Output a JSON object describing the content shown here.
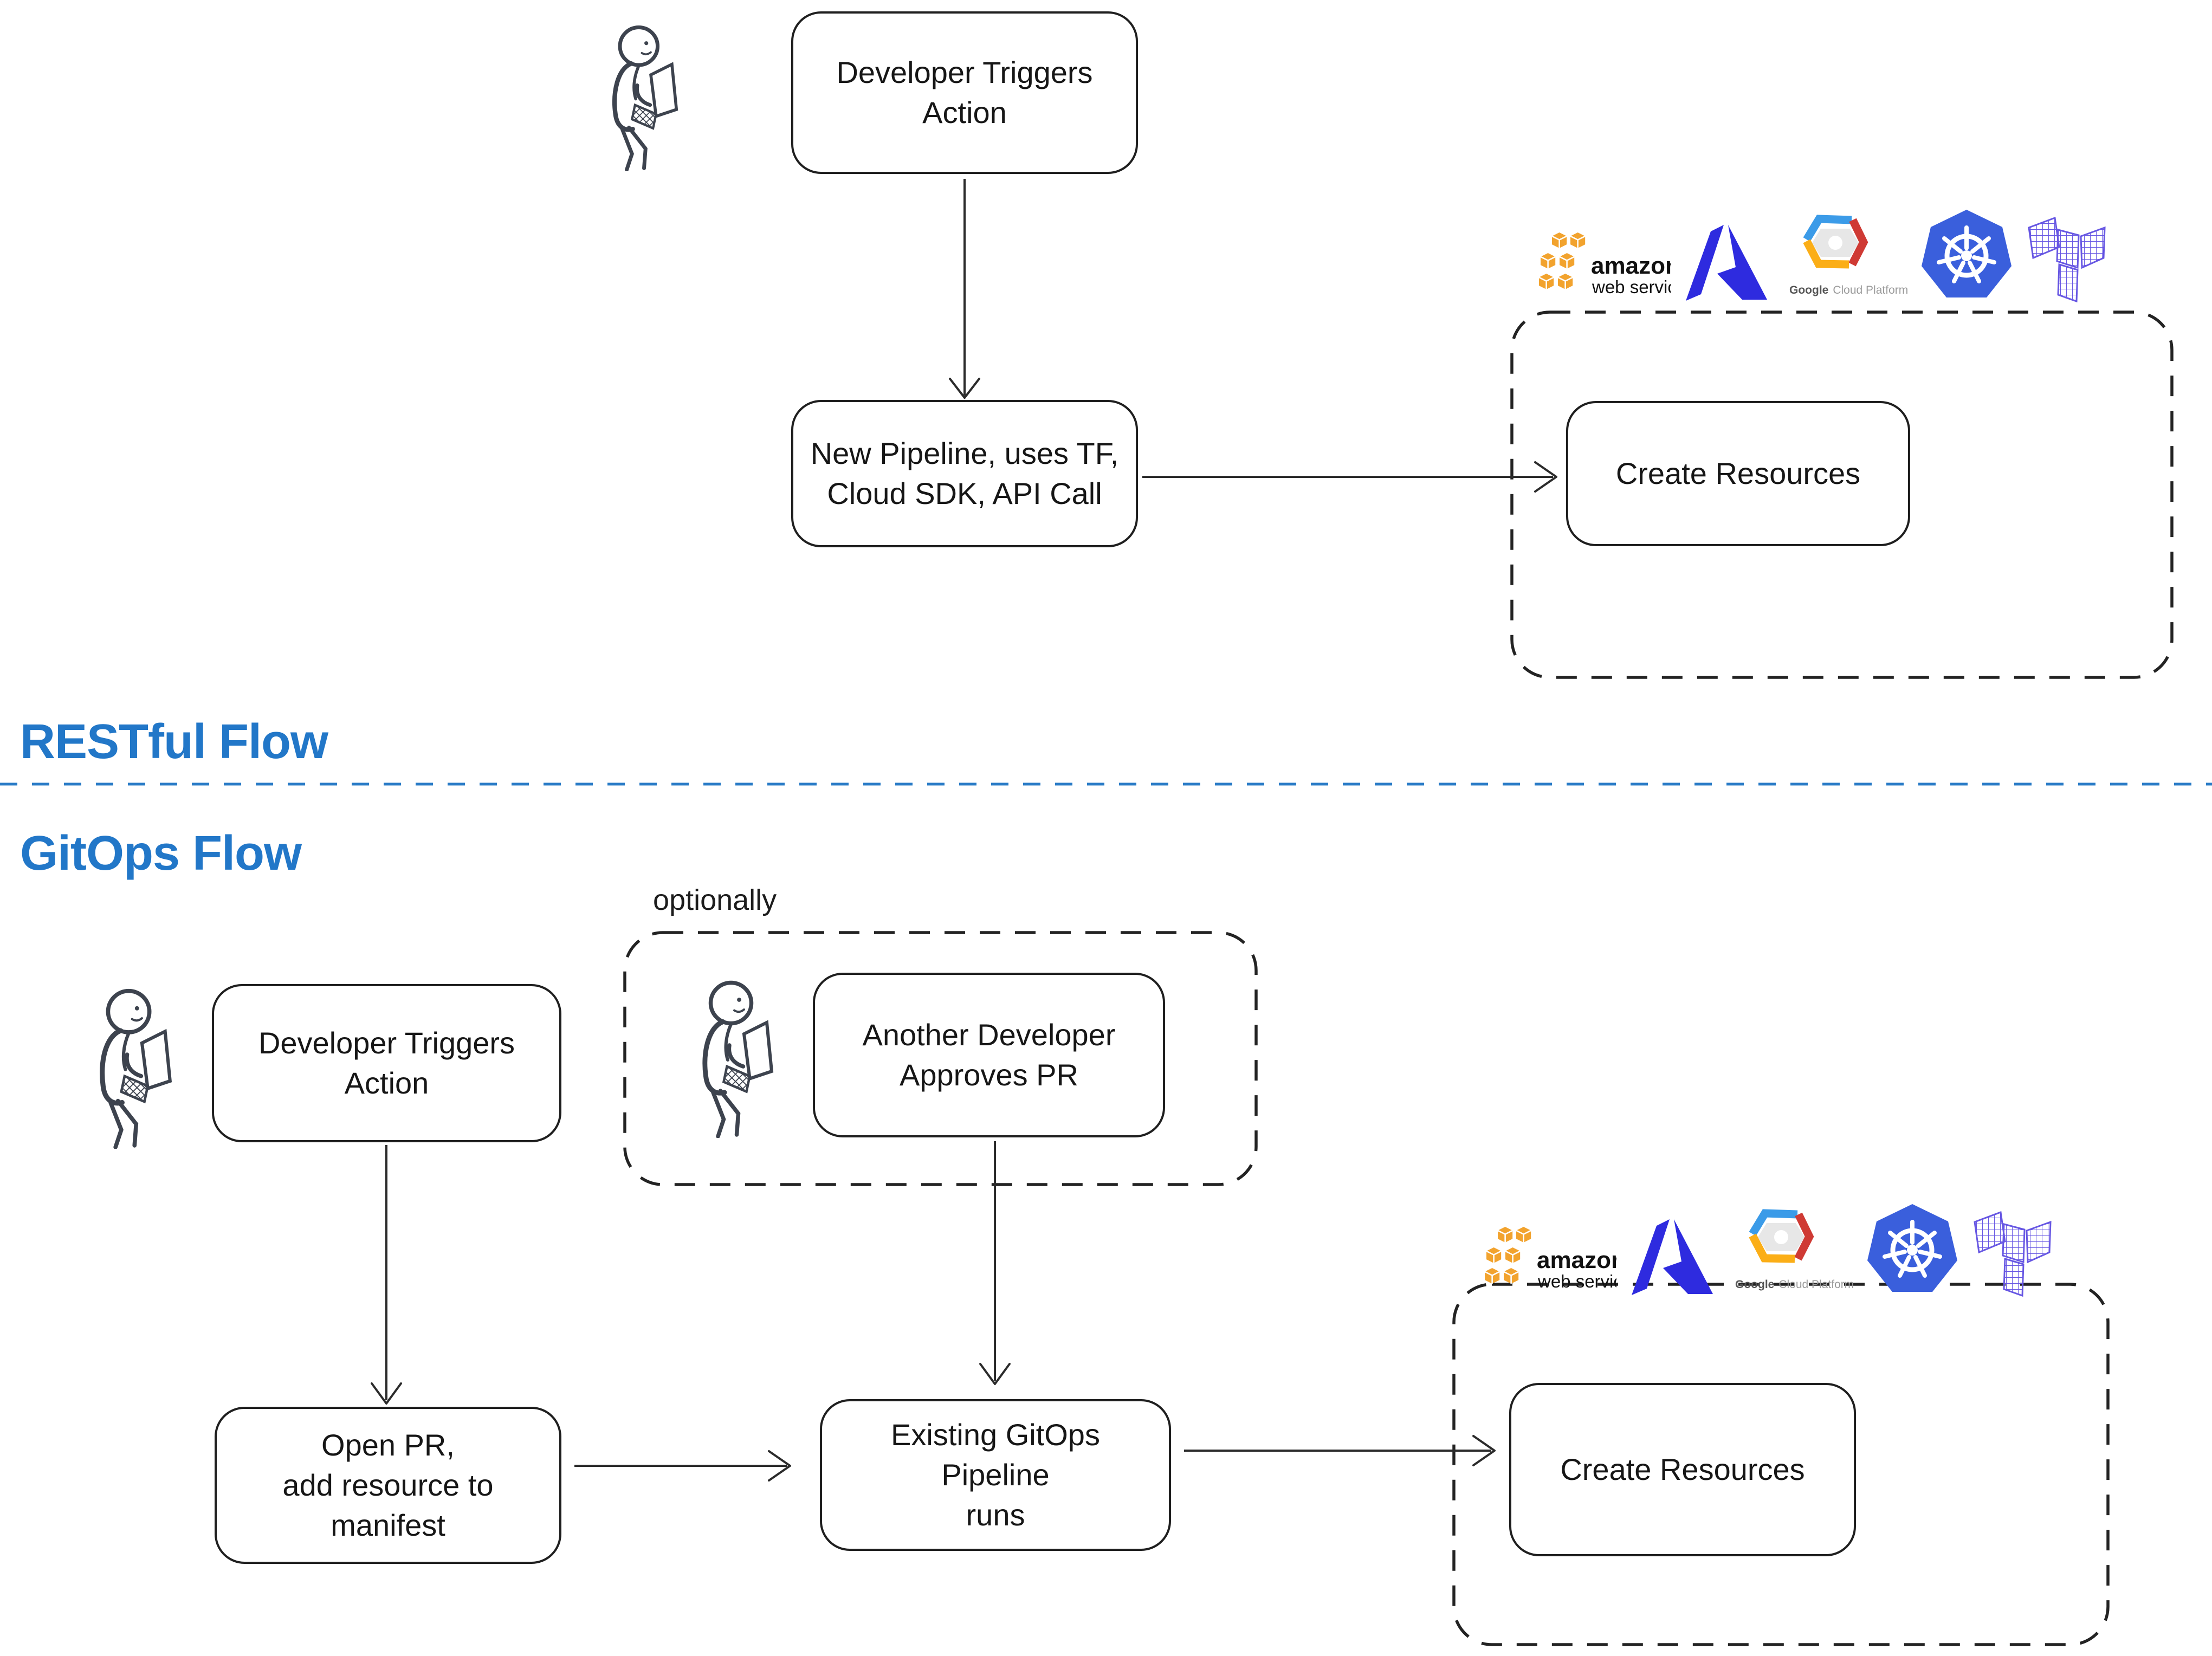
{
  "headings": {
    "restful": "RESTful Flow",
    "gitops": "GitOps Flow"
  },
  "restful_flow": {
    "dev_trigger": "Developer Triggers\nAction",
    "new_pipeline": "New Pipeline, uses TF,\nCloud SDK, API Call",
    "create_resources": "Create Resources"
  },
  "gitops_flow": {
    "optionally_label": "optionally",
    "approver": "Another Developer\nApproves PR",
    "dev_trigger": "Developer Triggers\nAction",
    "open_pr": "Open PR,\nadd resource to\nmanifest",
    "pipeline_runs": "Existing GitOps Pipeline\nruns",
    "create_resources": "Create Resources"
  },
  "logos": {
    "aws": {
      "title": "amazon",
      "subtitle": "web services",
      "color": "#F2A32E"
    },
    "azure": {
      "color": "#2E2BDF"
    },
    "gcp": {
      "brand": "Google",
      "product": "Cloud Platform",
      "blue": "#3B9BE8",
      "red": "#CF3A34",
      "yellow": "#FBAE17"
    },
    "kubernetes": {
      "color": "#3A5FDC"
    },
    "terraform": {
      "color": "#6757E3"
    }
  },
  "colors": {
    "heading_blue": "#2277C8",
    "divider_blue": "#2B7CC7",
    "box_stroke": "#1f1f1f",
    "figure_dark": "#3d434e"
  }
}
